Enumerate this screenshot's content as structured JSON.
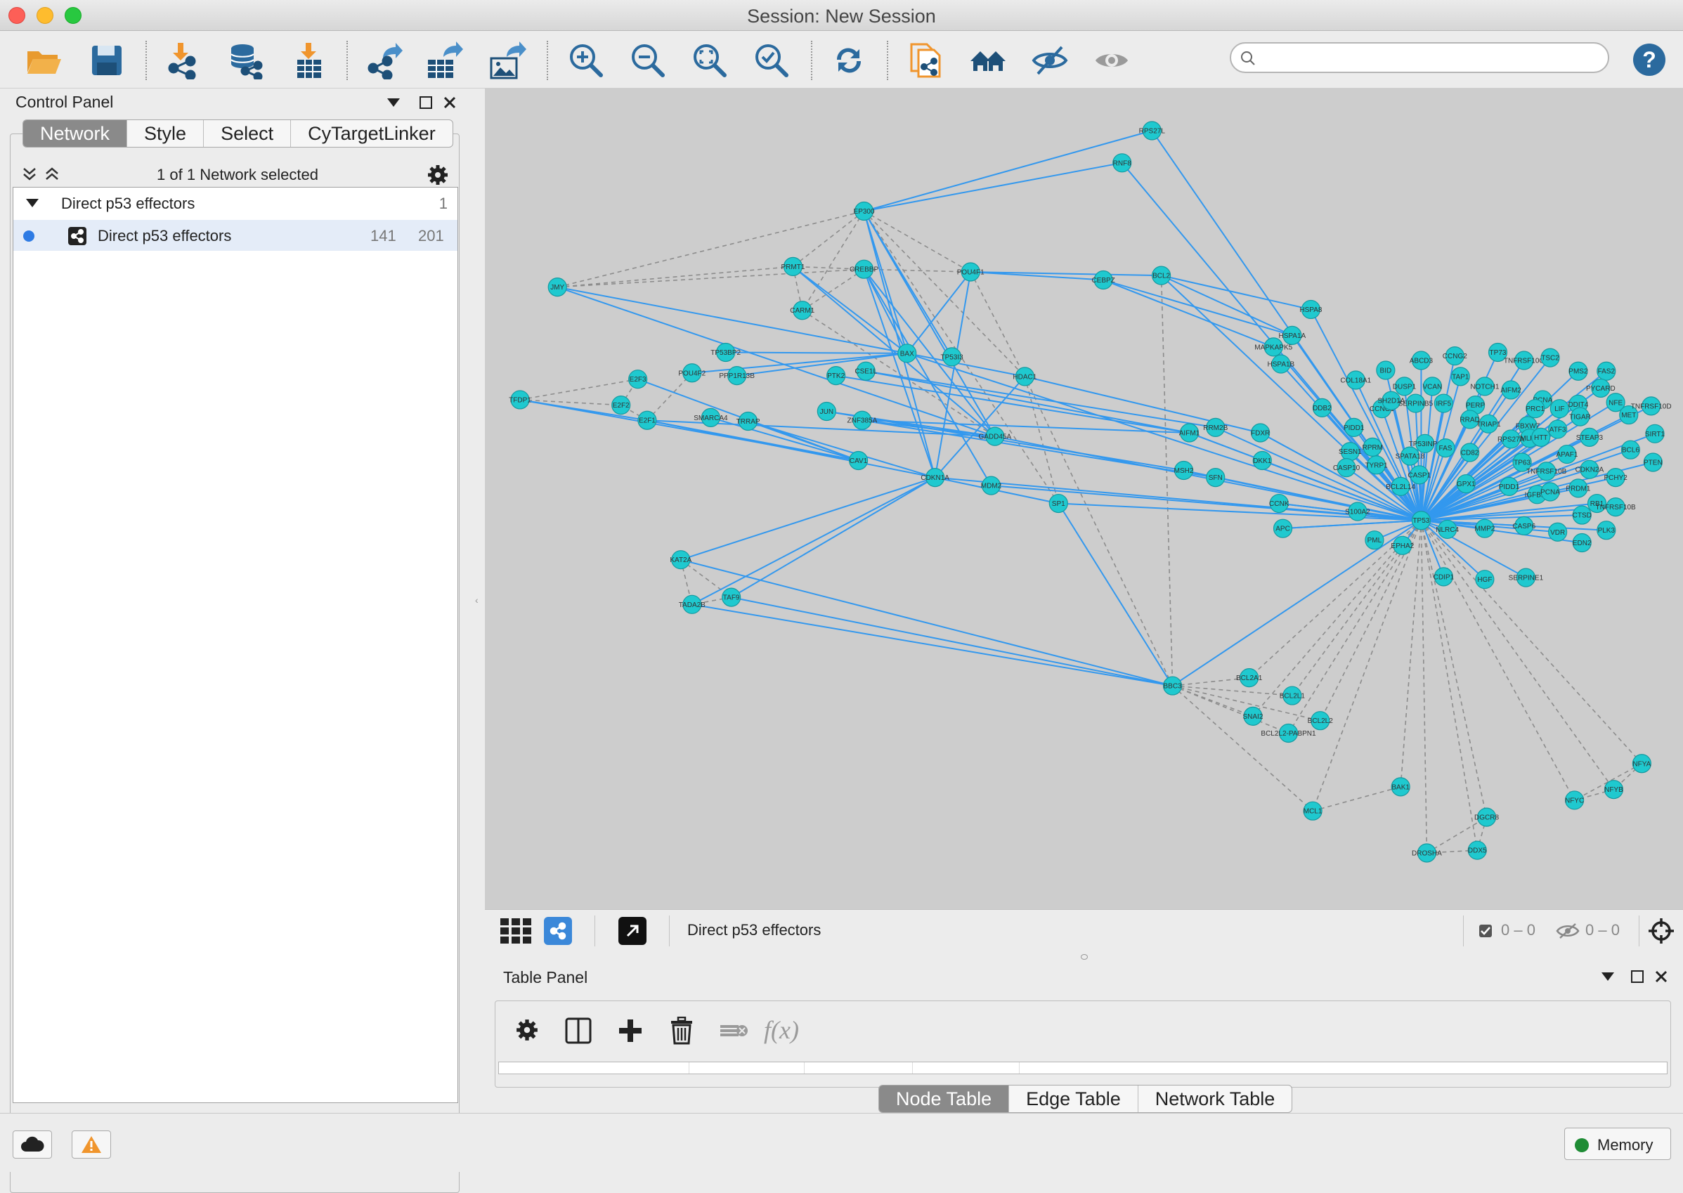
{
  "window": {
    "title": "Session: New Session"
  },
  "toolbar": {
    "buttons": [
      "open-session",
      "save-session",
      "import-network",
      "import-network-database",
      "import-table",
      "export-network",
      "export-table",
      "export-image",
      "zoom-in",
      "zoom-out",
      "zoom-fit",
      "zoom-selected",
      "refresh",
      "new-network-from-selection",
      "show-all",
      "hide-selected",
      "show-selected"
    ],
    "search_placeholder": "",
    "help": "?"
  },
  "control_panel": {
    "title": "Control Panel",
    "tabs": [
      "Network",
      "Style",
      "Select",
      "CyTargetLinker"
    ],
    "active_tab": "Network",
    "selection_summary": "1 of 1 Network selected",
    "collection": {
      "name": "Direct p53 effectors",
      "count": "1"
    },
    "network": {
      "name": "Direct p53 effectors",
      "nodes": "141",
      "edges": "201"
    }
  },
  "network_view": {
    "title": "Direct p53 effectors",
    "selected_nodes": "0 – 0",
    "hidden": "0 – 0",
    "colors": {
      "background": "#cdcdcd",
      "node": "#1fc9cf",
      "edge": "#3398ee",
      "dashed_edge": "#8c8c8c"
    },
    "nodes": [
      [
        "RPS27L",
        0.364,
        0.061
      ],
      [
        "RNF8",
        0.348,
        0.097
      ],
      [
        "EP300",
        0.21,
        0.151
      ],
      [
        "CREBBP",
        0.21,
        0.216
      ],
      [
        "PRMT1",
        0.172,
        0.213
      ],
      [
        "POU4F1",
        0.267,
        0.219
      ],
      [
        "CEBPZ",
        0.338,
        0.228
      ],
      [
        "BCL2",
        0.369,
        0.223
      ],
      [
        "JMY",
        0.046,
        0.236
      ],
      [
        "CARM1",
        0.177,
        0.262
      ],
      [
        "TP53BP2",
        0.136,
        0.309
      ],
      [
        "BAX",
        0.233,
        0.31
      ],
      [
        "TP53I3",
        0.257,
        0.314
      ],
      [
        "PPP1R13B",
        0.142,
        0.335
      ],
      [
        "POU4F2",
        0.118,
        0.332
      ],
      [
        "PTK2",
        0.195,
        0.335
      ],
      [
        "CSE1L",
        0.211,
        0.33
      ],
      [
        "HDAC1",
        0.296,
        0.336
      ],
      [
        "E2F3",
        0.089,
        0.339
      ],
      [
        "E2F2",
        0.08,
        0.368
      ],
      [
        "TFDP1",
        0.026,
        0.362
      ],
      [
        "E2F1",
        0.094,
        0.385
      ],
      [
        "JUN",
        0.19,
        0.375
      ],
      [
        "ZNF385A",
        0.209,
        0.385
      ],
      [
        "SMARCA4",
        0.128,
        0.382
      ],
      [
        "TRRAP",
        0.148,
        0.386
      ],
      [
        "GADD45A",
        0.28,
        0.403
      ],
      [
        "CAV1",
        0.207,
        0.43
      ],
      [
        "CDKN1A",
        0.248,
        0.449
      ],
      [
        "MDM2",
        0.278,
        0.458
      ],
      [
        "SP1",
        0.314,
        0.478
      ],
      [
        "KAT2A",
        0.112,
        0.541
      ],
      [
        "TAF9",
        0.139,
        0.583
      ],
      [
        "TADA2B",
        0.118,
        0.591
      ],
      [
        "BBC3",
        0.375,
        0.682
      ],
      [
        "BCL2A1",
        0.416,
        0.673
      ],
      [
        "BCL2L1",
        0.439,
        0.693
      ],
      [
        "SNAI2",
        0.418,
        0.716
      ],
      [
        "BCL2L2",
        0.454,
        0.721
      ],
      [
        "BCL2L2-PABPN1",
        0.437,
        0.735
      ],
      [
        "MCL1",
        0.45,
        0.822
      ],
      [
        "BAK1",
        0.497,
        0.795
      ],
      [
        "NFYA",
        0.626,
        0.769
      ],
      [
        "NFYB",
        0.611,
        0.798
      ],
      [
        "NFYC",
        0.59,
        0.81
      ],
      [
        "DGCR8",
        0.543,
        0.829
      ],
      [
        "DDX5",
        0.538,
        0.866
      ],
      [
        "DROSHA",
        0.511,
        0.869
      ],
      [
        "MAPKAPK5",
        0.429,
        0.303
      ],
      [
        "HSPA1A",
        0.439,
        0.29
      ],
      [
        "HSPA8",
        0.449,
        0.261
      ],
      [
        "HSPA1B",
        0.433,
        0.322
      ],
      [
        "AIFM1",
        0.384,
        0.399
      ],
      [
        "RRM2B",
        0.398,
        0.393
      ],
      [
        "FDXR",
        0.422,
        0.399
      ],
      [
        "DKK1",
        0.423,
        0.43
      ],
      [
        "MSH2",
        0.381,
        0.441
      ],
      [
        "SFN",
        0.398,
        0.449
      ],
      [
        "CCNK",
        0.432,
        0.478
      ],
      [
        "APC",
        0.434,
        0.506
      ],
      [
        "TP53",
        0.508,
        0.497
      ],
      [
        "EPHA2",
        0.498,
        0.525
      ],
      [
        "S100A2",
        0.474,
        0.487
      ],
      [
        "NLRC4",
        0.522,
        0.507
      ],
      [
        "MMP2",
        0.542,
        0.506
      ],
      [
        "CASP6",
        0.563,
        0.503
      ],
      [
        "VDR",
        0.581,
        0.51
      ],
      [
        "EDN2",
        0.594,
        0.522
      ],
      [
        "PLK3",
        0.607,
        0.508
      ],
      [
        "RB1",
        0.602,
        0.478
      ],
      [
        "TNFRSF10B",
        0.612,
        0.482
      ],
      [
        "CTSD",
        0.594,
        0.491
      ],
      [
        "IGFBP3",
        0.57,
        0.468
      ],
      [
        "PRDM1",
        0.592,
        0.461
      ],
      [
        "PCNA",
        0.577,
        0.465
      ],
      [
        "PIDD1",
        0.555,
        0.459
      ],
      [
        "PML",
        0.483,
        0.519
      ],
      [
        "CDIP1",
        0.52,
        0.56
      ],
      [
        "HGF",
        0.542,
        0.563
      ],
      [
        "SERPINE1",
        0.564,
        0.561
      ],
      [
        "CASP1",
        0.507,
        0.446
      ],
      [
        "DDB2",
        0.455,
        0.371
      ],
      [
        "SESN1",
        0.47,
        0.42
      ],
      [
        "CASP10",
        0.468,
        0.438
      ],
      [
        "TYRP1",
        0.484,
        0.435
      ],
      [
        "BCL2L14",
        0.497,
        0.459
      ],
      [
        "GPX1",
        0.532,
        0.456
      ],
      [
        "CCNG1",
        0.487,
        0.372
      ],
      [
        "PIDD1b",
        0.472,
        0.393
      ],
      [
        "RPRM",
        0.482,
        0.415
      ],
      [
        "SH2D1A",
        0.492,
        0.363
      ],
      [
        "CD82",
        0.534,
        0.421
      ],
      [
        "TP53INP1",
        0.51,
        0.411
      ],
      [
        "FAS",
        0.521,
        0.416
      ],
      [
        "SPATA18",
        0.502,
        0.425
      ],
      [
        "BID",
        0.489,
        0.329
      ],
      [
        "COL18A1",
        0.473,
        0.34
      ],
      [
        "ABCD3",
        0.508,
        0.318
      ],
      [
        "CCNG2",
        0.526,
        0.313
      ],
      [
        "TP73",
        0.549,
        0.309
      ],
      [
        "TNFRSF10C",
        0.563,
        0.318
      ],
      [
        "TSC2",
        0.577,
        0.315
      ],
      [
        "PMS2",
        0.592,
        0.33
      ],
      [
        "FAS2",
        0.607,
        0.33
      ],
      [
        "DUSP1",
        0.499,
        0.347
      ],
      [
        "VCAN",
        0.514,
        0.347
      ],
      [
        "TAP1",
        0.529,
        0.336
      ],
      [
        "NOTCH1",
        0.542,
        0.347
      ],
      [
        "AIFM2",
        0.556,
        0.351
      ],
      [
        "PCNA2",
        0.573,
        0.362
      ],
      [
        "DDIT4",
        0.592,
        0.367
      ],
      [
        "PYCARD",
        0.604,
        0.349
      ],
      [
        "SERPINB5",
        0.505,
        0.366
      ],
      [
        "IRF5",
        0.52,
        0.366
      ],
      [
        "PERP",
        0.537,
        0.368
      ],
      [
        "RRAD",
        0.534,
        0.384
      ],
      [
        "TRIAP1",
        0.544,
        0.389
      ],
      [
        "FBXW7",
        0.565,
        0.391
      ],
      [
        "PRC1",
        0.569,
        0.372
      ],
      [
        "LIF",
        0.582,
        0.372
      ],
      [
        "TIGAR",
        0.593,
        0.381
      ],
      [
        "NFE",
        0.612,
        0.365
      ],
      [
        "MET",
        0.619,
        0.379
      ],
      [
        "TNFRSF10D",
        0.631,
        0.369
      ],
      [
        "SIRT1",
        0.633,
        0.4
      ],
      [
        "APAF1",
        0.586,
        0.423
      ],
      [
        "TP63",
        0.562,
        0.432
      ],
      [
        "TNFRSF10B2",
        0.575,
        0.442
      ],
      [
        "BCL6",
        0.62,
        0.418
      ],
      [
        "PTEN",
        0.632,
        0.432
      ],
      [
        "STEAP3",
        0.598,
        0.404
      ],
      [
        "MLH1",
        0.566,
        0.405
      ],
      [
        "ATF3",
        0.581,
        0.395
      ],
      [
        "RPS27A",
        0.556,
        0.406
      ],
      [
        "HTT",
        0.572,
        0.404
      ],
      [
        "CDKN2A",
        0.598,
        0.44
      ],
      [
        "PCHY2",
        0.612,
        0.449
      ]
    ]
  },
  "table_panel": {
    "title": "Table Panel",
    "tabs": [
      "Node Table",
      "Edge Table",
      "Network Table"
    ],
    "active_tab": "Node Table"
  },
  "status_bar": {
    "memory_label": "Memory"
  }
}
